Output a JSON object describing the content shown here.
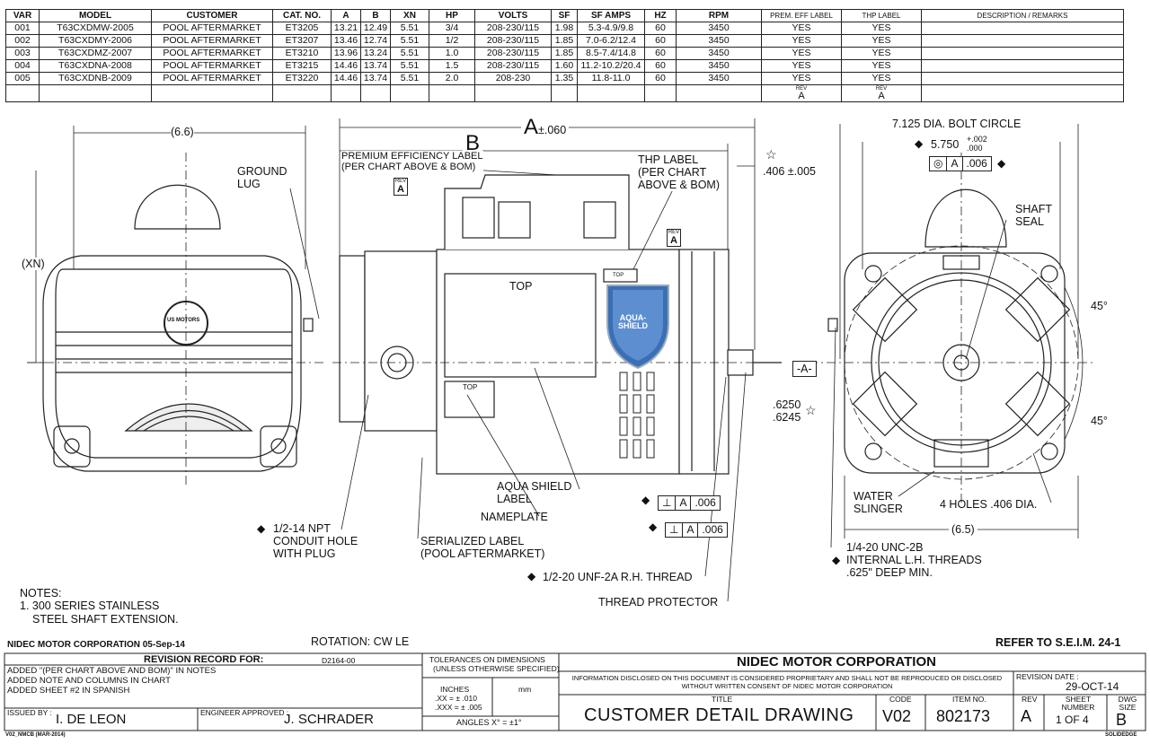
{
  "table": {
    "headers": [
      "VAR",
      "MODEL",
      "CUSTOMER",
      "CAT. NO.",
      "A",
      "B",
      "XN",
      "HP",
      "VOLTS",
      "SF",
      "SF AMPS",
      "HZ",
      "RPM",
      "PREM. EFF LABEL",
      "THP LABEL",
      "DESCRIPTION / REMARKS"
    ],
    "rows": [
      [
        "001",
        "T63CXDMW-2005",
        "POOL AFTERMARKET",
        "ET3205",
        "13.21",
        "12.49",
        "5.51",
        "3/4",
        "208-230/115",
        "1.98",
        "5.3-4.9/9.8",
        "60",
        "3450",
        "YES",
        "YES",
        ""
      ],
      [
        "002",
        "T63CXDMY-2006",
        "POOL AFTERMARKET",
        "ET3207",
        "13.46",
        "12.74",
        "5.51",
        "1/2",
        "208-230/115",
        "1.85",
        "7.0-6.2/12.4",
        "60",
        "3450",
        "YES",
        "YES",
        ""
      ],
      [
        "003",
        "T63CXDMZ-2007",
        "POOL AFTERMARKET",
        "ET3210",
        "13.96",
        "13.24",
        "5.51",
        "1.0",
        "208-230/115",
        "1.85",
        "8.5-7.4/14.8",
        "60",
        "3450",
        "YES",
        "YES",
        ""
      ],
      [
        "004",
        "T63CXDNA-2008",
        "POOL AFTERMARKET",
        "ET3215",
        "14.46",
        "13.74",
        "5.51",
        "1.5",
        "208-230/115",
        "1.60",
        "11.2-10.2/20.4",
        "60",
        "3450",
        "YES",
        "YES",
        ""
      ],
      [
        "005",
        "T63CXDNB-2009",
        "POOL AFTERMARKET",
        "ET3220",
        "14.46",
        "13.74",
        "5.51",
        "2.0",
        "208-230",
        "1.35",
        "11.8-11.0",
        "60",
        "3450",
        "YES",
        "YES",
        ""
      ]
    ],
    "rev_tag": {
      "top": "REV",
      "letter": "A"
    }
  },
  "dims": {
    "left_width": "(6.6)",
    "xn": "(XN)",
    "a": "A",
    "a_tol": "±.060",
    "b": "B",
    "bolt_circle": "7.125 DIA. BOLT CIRCLE",
    "pilot": "5.750",
    "pilot_tol_plus": "+.002",
    "pilot_tol_minus": ".000",
    "fcf_pilot": [
      "◎",
      "A",
      ".006"
    ],
    "shaft_ext": ".406 ±.005",
    "shaft_dia_1": ".6250",
    "shaft_dia_2": ".6245",
    "datum": "-A-",
    "fcf_perp1": [
      "⊥",
      "A",
      ".006"
    ],
    "fcf_perp2": [
      "⊥",
      "A",
      ".006"
    ],
    "angle1": "45°",
    "angle2": "45°",
    "right_width": "(6.5)",
    "star": "☆",
    "diamond": "◆"
  },
  "labels": {
    "ground_lug": "GROUND\nLUG",
    "prem_eff": "PREMIUM EFFICIENCY LABEL\n(PER CHART ABOVE & BOM)",
    "thp_label": "THP LABEL\n(PER CHART\nABOVE & BOM)",
    "top1": "TOP",
    "top2": "TOP",
    "top3": "TOP",
    "shaft_seal": "SHAFT\nSEAL",
    "aqua_shield": "AQUA SHIELD\nLABEL",
    "nameplate": "NAMEPLATE",
    "conduit": "1/2-14 NPT\nCONDUIT HOLE\nWITH PLUG",
    "serialized": "SERIALIZED LABEL\n(POOL AFTERMARKET)",
    "thread": "1/2-20 UNF-2A R.H. THREAD",
    "thread_protector": "THREAD PROTECTOR",
    "water_slinger": "WATER\nSLINGER",
    "holes": "4 HOLES .406 DIA.",
    "internal": "1/4-20 UNC-2B\nINTERNAL L.H. THREADS\n.625\" DEEP MIN.",
    "badge": "AQUA-\nSHIELD",
    "logo": "US MOTORS"
  },
  "notes": {
    "title": "NOTES:",
    "line1": "1. 300 SERIES STAINLESS",
    "line2": "STEEL SHAFT EXTENSION."
  },
  "footer": {
    "corp_date": "NIDEC MOTOR CORPORATION 05-Sep-14",
    "rotation": "ROTATION: CW LE",
    "refer": "REFER TO S.E.I.M. 24-1"
  },
  "title_block": {
    "revision_record": "REVISION RECORD FOR:",
    "rev_doc": "D2164-00",
    "rev_lines": [
      "ADDED \"(PER CHART ABOVE AND BOM)\" IN NOTES",
      "ADDED NOTE AND COLUMNS IN CHART",
      "ADDED SHEET #2 IN SPANISH"
    ],
    "issued_by_label": "ISSUED BY :",
    "issued_by": "I. DE LEON",
    "engineer_label": "ENGINEER APPROVED :",
    "engineer": "J. SCHRADER",
    "tol_title": "TOLERANCES ON DIMENSIONS",
    "tol_sub": "(UNLESS OTHERWISE SPECIFIED)",
    "inches": "INCHES",
    "mm": "mm",
    "tol_xx": ".XX = ± .010",
    "tol_xxx": ".XXX = ± .005",
    "angles": "ANGLES X° = ±1°",
    "company": "NIDEC MOTOR CORPORATION",
    "proprietary": "INFORMATION DISCLOSED ON THIS DOCUMENT IS CONSIDERED PROPRIETARY AND SHALL NOT BE REPRODUCED OR DISCLOSED WITHOUT WRITTEN CONSENT OF NIDEC MOTOR CORPORATION",
    "rev_date_label": "REVISION DATE :",
    "rev_date": "29-OCT-14",
    "title_label": "TITLE",
    "title": "CUSTOMER DETAIL DRAWING",
    "code_label": "CODE",
    "code": "V02",
    "item_label": "ITEM NO.",
    "item": "802173",
    "rev_label": "REV",
    "rev": "A",
    "sheet_label": "SHEET NUMBER",
    "sheet": "1 OF 4",
    "dwg_label": "DWG SIZE",
    "dwg": "B",
    "form": "V02_NMCB (MAR-2014)",
    "solidedge": "SOLIDEDGE"
  }
}
